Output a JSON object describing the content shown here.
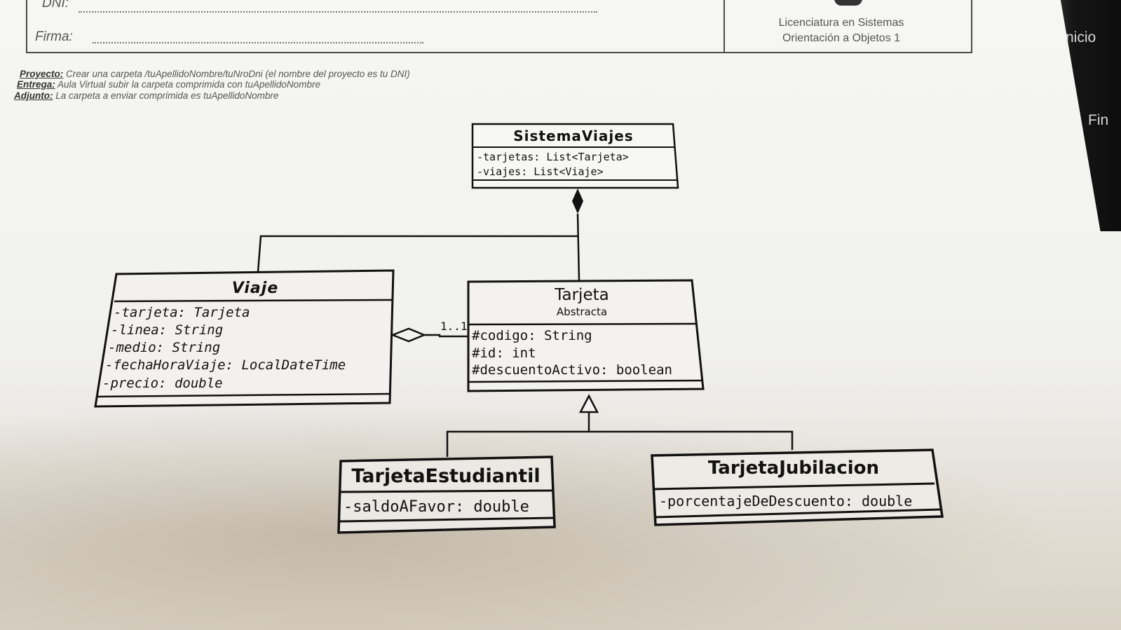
{
  "header": {
    "dni_label": "DNI:",
    "firma_label": "Firma:",
    "career_line1": "Licenciatura en Sistemas",
    "career_line2": "Orientación a Objetos 1"
  },
  "instructions": [
    {
      "label": "Proyecto:",
      "text": " Crear una carpeta /tuApellidoNombre/tuNroDni (el nombre del proyecto es tu DNI)"
    },
    {
      "label": "Entrega:",
      "text": " Aula Virtual subir la carpeta comprimida con tuApellidoNombre"
    },
    {
      "label": "Adjunto:",
      "text": " La carpeta a enviar comprimida es tuApellidoNombre"
    }
  ],
  "side_labels": {
    "inicio": "nicio",
    "fin": "Fin"
  },
  "classes": {
    "sistema": {
      "name": "SistemaViajes",
      "attributes": [
        "-tarjetas: List<Tarjeta>",
        "-viajes: List<Viaje>"
      ]
    },
    "viaje": {
      "name": "Viaje",
      "attributes": [
        "-tarjeta: Tarjeta",
        "-linea: String",
        "-medio: String",
        "-fechaHoraViaje: LocalDateTime",
        "-precio: double"
      ]
    },
    "tarjeta": {
      "name": "Tarjeta",
      "stereotype": "Abstracta",
      "attributes": [
        "#codigo: String",
        "#id: int",
        "#descuentoActivo: boolean"
      ]
    },
    "estudiantil": {
      "name": "TarjetaEstudiantil",
      "attributes": [
        "-saldoAFavor: double"
      ]
    },
    "jubilacion": {
      "name": "TarjetaJubilacion",
      "attributes": [
        "-porcentajeDeDescuento: double"
      ]
    }
  },
  "multiplicity": "1..1"
}
